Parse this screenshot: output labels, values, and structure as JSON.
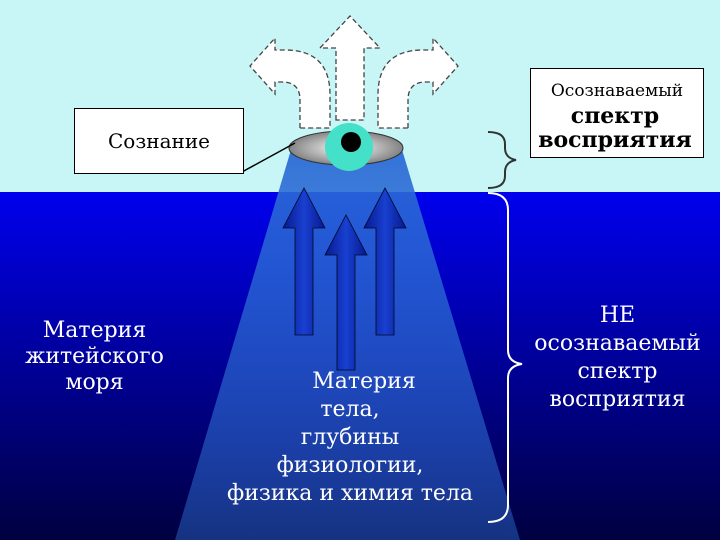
{
  "labels": {
    "consciousness": "Сознание",
    "perceived_line1": "Осознаваемый",
    "perceived_line2": "спектр",
    "perceived_line3": "восприятия",
    "sea_line1": "Материя",
    "sea_line2": "житейского",
    "sea_line3": "моря",
    "body_line1": "Материя",
    "body_line2": "тела,",
    "body_line3": "глубины",
    "body_line4": "физиологии,",
    "body_line5": "физика и химия тела",
    "unperceived_line1": "НЕ",
    "unperceived_line2": "осознаваемый",
    "unperceived_line3": "спектр",
    "unperceived_line4": "восприятия"
  },
  "colors": {
    "sky": "#c8f6f6",
    "sea_top": "#0000ee",
    "sea_bottom": "#000040",
    "eye_iris": "#44e0c8",
    "beam": "#2a6ad6",
    "arrow": "#0a1aa0"
  },
  "icons": [
    "eye-icon",
    "arrow-up-icon",
    "dashed-arrow-icon",
    "brace-icon"
  ]
}
